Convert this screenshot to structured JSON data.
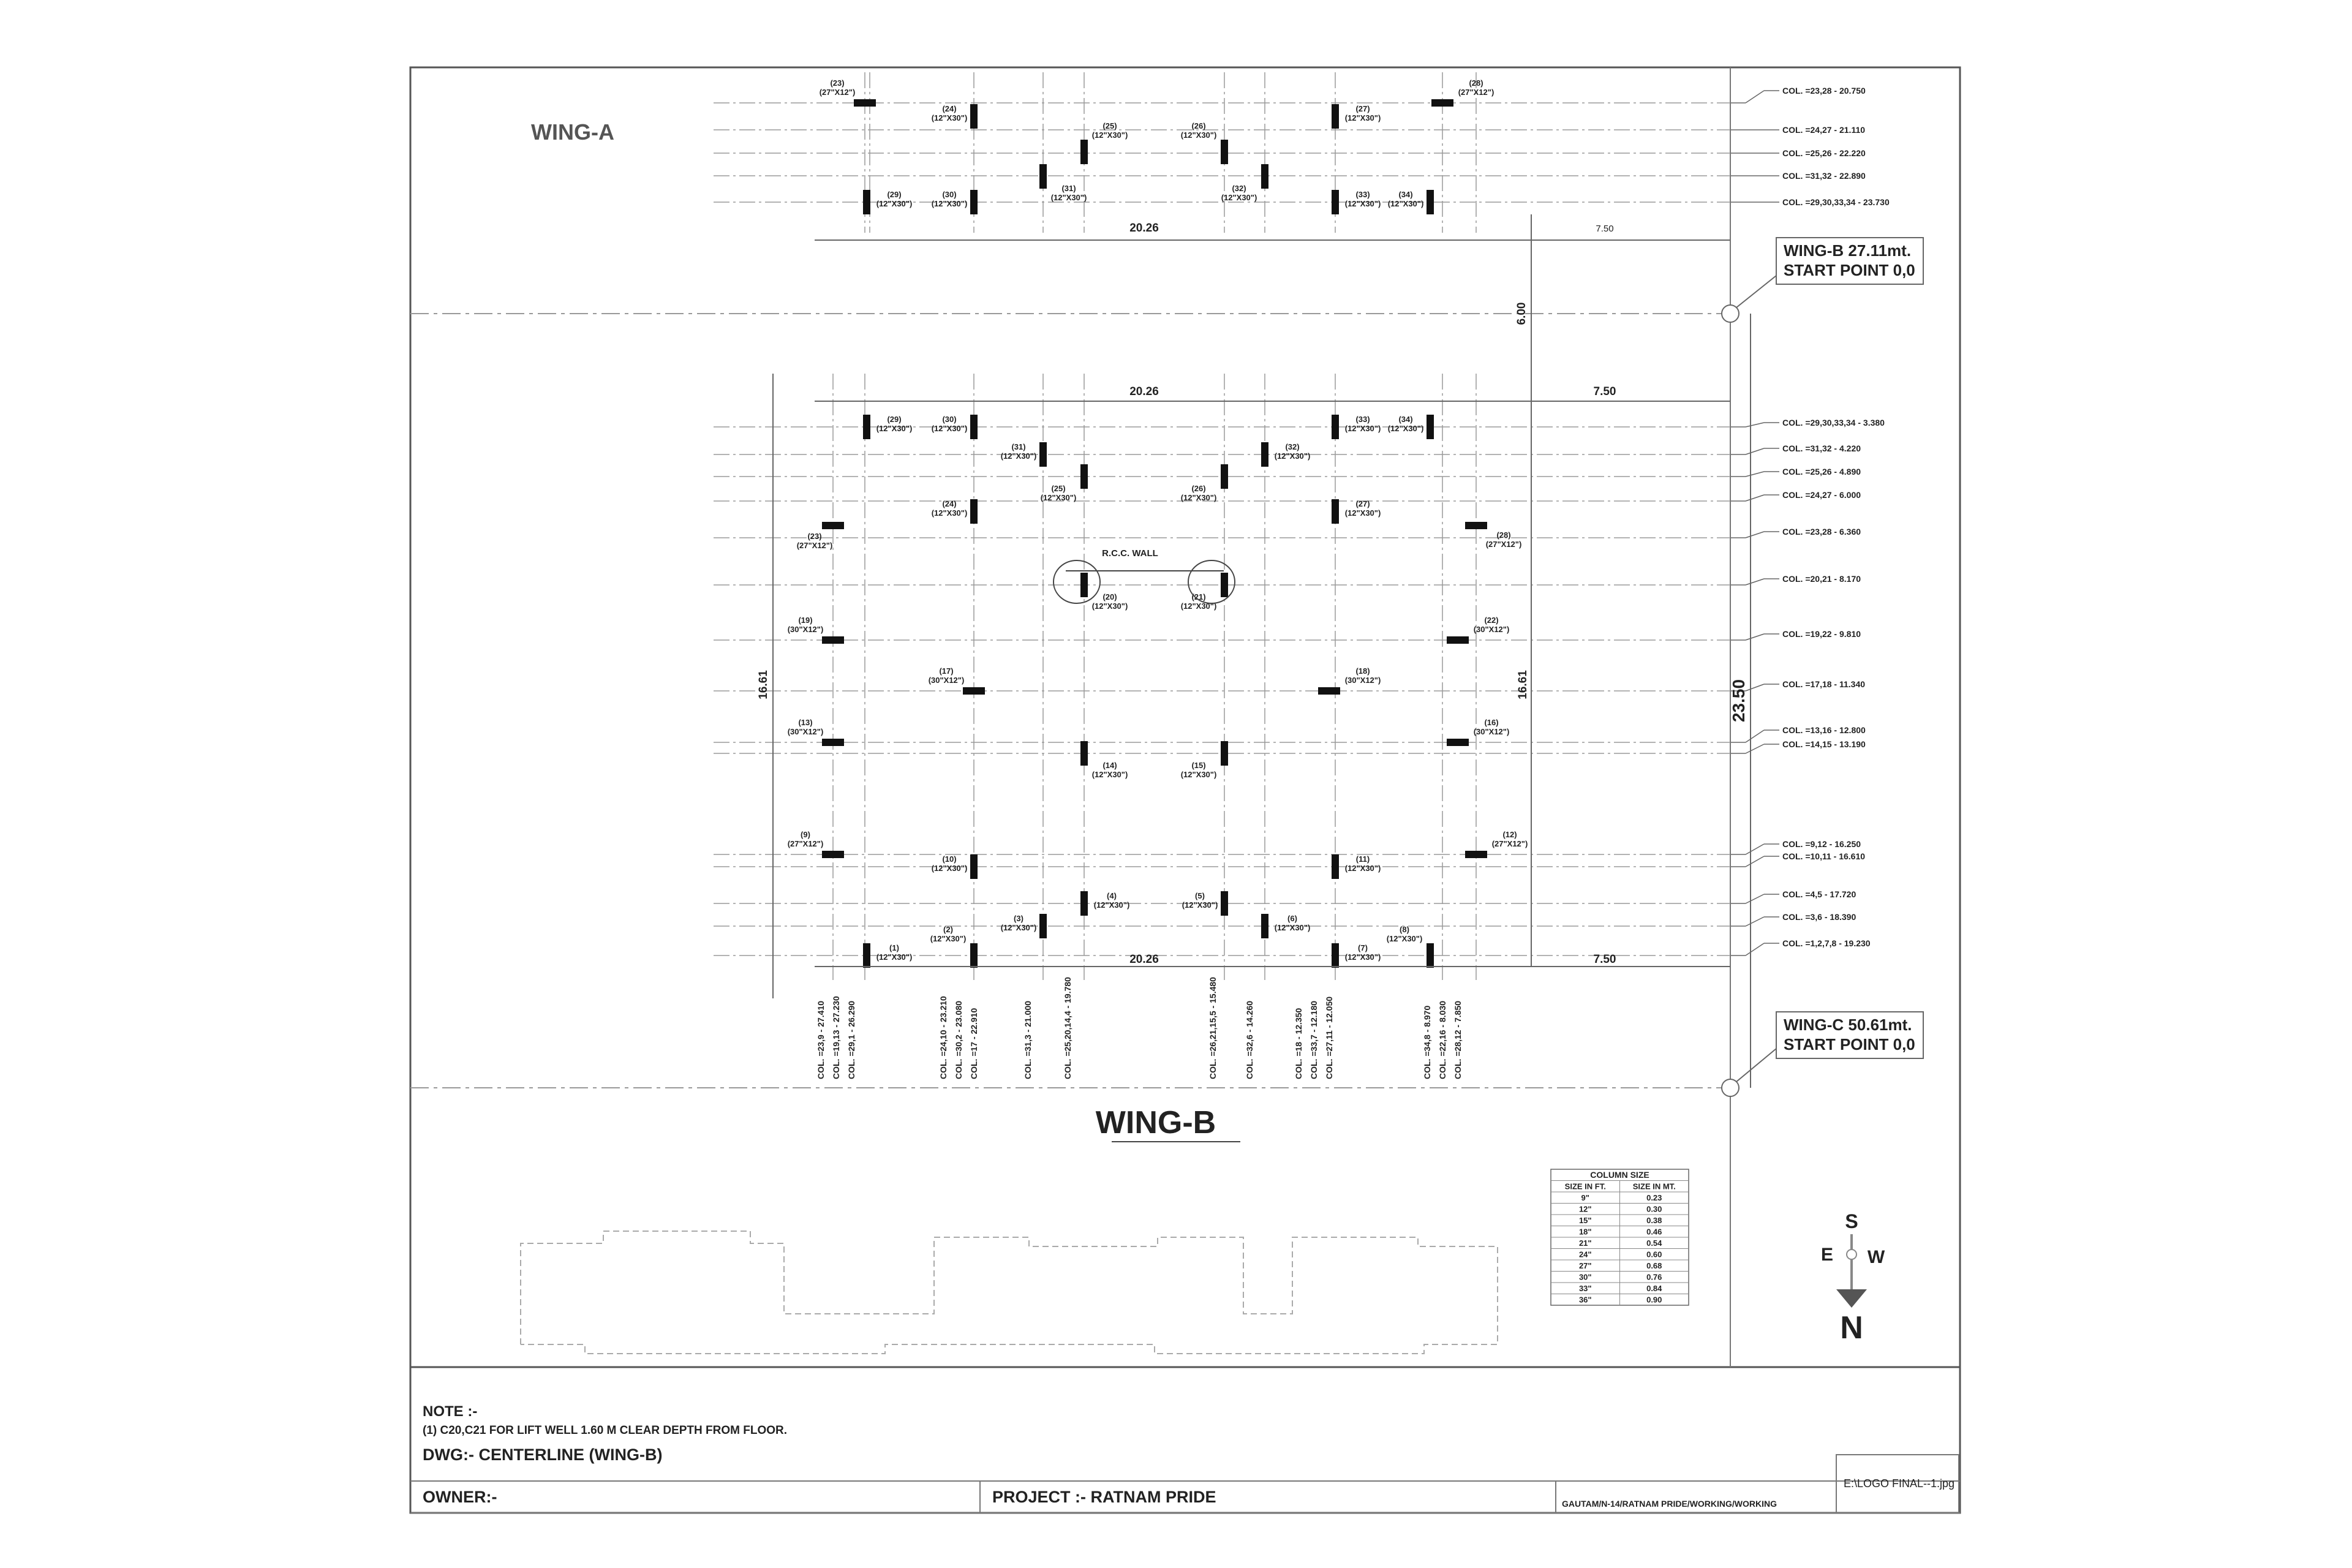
{
  "titles": {
    "wing_a": "WING-A",
    "wing_b": "WING-B",
    "wing_b_start": [
      "WING-B  27.11mt.",
      "START POINT  0,0"
    ],
    "wing_c_start": [
      "WING-C  50.61mt.",
      "START POINT  0,0"
    ],
    "rcc_wall": "R.C.C. WALL"
  },
  "dimensions": {
    "span_left": "20.26",
    "span_right": "7.50",
    "gap": "6.00",
    "height_left": "16.61",
    "height_right": "16.61",
    "total_height": "23.50"
  },
  "wing_a_columns": [
    {
      "id": "(23)",
      "size": "(27\"X12\")"
    },
    {
      "id": "(24)",
      "size": "(12\"X30\")"
    },
    {
      "id": "(25)",
      "size": "(12\"X30\")"
    },
    {
      "id": "(26)",
      "size": "(12\"X30\")"
    },
    {
      "id": "(27)",
      "size": "(12\"X30\")"
    },
    {
      "id": "(28)",
      "size": "(27\"X12\")"
    },
    {
      "id": "(29)",
      "size": "(12\"X30\")"
    },
    {
      "id": "(30)",
      "size": "(12\"X30\")"
    },
    {
      "id": "(31)",
      "size": "(12\"X30\")"
    },
    {
      "id": "(32)",
      "size": "(12\"X30\")"
    },
    {
      "id": "(33)",
      "size": "(12\"X30\")"
    },
    {
      "id": "(34)",
      "size": "(12\"X30\")"
    }
  ],
  "wing_a_levels": [
    "COL. =23,28 - 20.750",
    "COL. =24,27 - 21.110",
    "COL. =25,26 - 22.220",
    "COL. =31,32 - 22.890",
    "COL. =29,30,33,34 - 23.730"
  ],
  "wing_b_columns": [
    {
      "id": "(29)",
      "size": "(12\"X30\")"
    },
    {
      "id": "(30)",
      "size": "(12\"X30\")"
    },
    {
      "id": "(31)",
      "size": "(12\"X30\")"
    },
    {
      "id": "(32)",
      "size": "(12\"X30\")"
    },
    {
      "id": "(33)",
      "size": "(12\"X30\")"
    },
    {
      "id": "(34)",
      "size": "(12\"X30\")"
    },
    {
      "id": "(25)",
      "size": "(12\"X30\")"
    },
    {
      "id": "(26)",
      "size": "(12\"X30\")"
    },
    {
      "id": "(24)",
      "size": "(12\"X30\")"
    },
    {
      "id": "(27)",
      "size": "(12\"X30\")"
    },
    {
      "id": "(23)",
      "size": "(27\"X12\")"
    },
    {
      "id": "(28)",
      "size": "(27\"X12\")"
    },
    {
      "id": "(20)",
      "size": "(12\"X30\")"
    },
    {
      "id": "(21)",
      "size": "(12\"X30\")"
    },
    {
      "id": "(19)",
      "size": "(30\"X12\")"
    },
    {
      "id": "(22)",
      "size": "(30\"X12\")"
    },
    {
      "id": "(17)",
      "size": "(30\"X12\")"
    },
    {
      "id": "(18)",
      "size": "(30\"X12\")"
    },
    {
      "id": "(13)",
      "size": "(30\"X12\")"
    },
    {
      "id": "(16)",
      "size": "(30\"X12\")"
    },
    {
      "id": "(14)",
      "size": "(12\"X30\")"
    },
    {
      "id": "(15)",
      "size": "(12\"X30\")"
    },
    {
      "id": "(9)",
      "size": "(27\"X12\")"
    },
    {
      "id": "(12)",
      "size": "(27\"X12\")"
    },
    {
      "id": "(10)",
      "size": "(12\"X30\")"
    },
    {
      "id": "(11)",
      "size": "(12\"X30\")"
    },
    {
      "id": "(4)",
      "size": "(12\"X30\")"
    },
    {
      "id": "(5)",
      "size": "(12\"X30\")"
    },
    {
      "id": "(3)",
      "size": "(12\"X30\")"
    },
    {
      "id": "(6)",
      "size": "(12\"X30\")"
    },
    {
      "id": "(2)",
      "size": "(12\"X30\")"
    },
    {
      "id": "(1)",
      "size": "(12\"X30\")"
    },
    {
      "id": "(7)",
      "size": "(12\"X30\")"
    },
    {
      "id": "(8)",
      "size": "(12\"X30\")"
    }
  ],
  "wing_b_levels_right": [
    "COL. =29,30,33,34 - 3.380",
    "COL. =31,32 - 4.220",
    "COL. =25,26 - 4.890",
    "COL. =24,27 - 6.000",
    "COL. =23,28 - 6.360",
    "COL. =20,21 - 8.170",
    "COL. =19,22 - 9.810",
    "COL. =17,18 - 11.340",
    "COL. =13,16 - 12.800",
    "COL. =14,15 - 13.190",
    "COL. =9,12 - 16.250",
    "COL. =10,11 - 16.610",
    "COL. =4,5 - 17.720",
    "COL. =3,6 - 18.390",
    "COL. =1,2,7,8 - 19.230"
  ],
  "wing_b_levels_bottom": [
    "COL. =23,9 - 27.410",
    "COL. =19,13 - 27.230",
    "COL. =29,1 - 26.290",
    "COL. =24,10 - 23.210",
    "COL. =30,2 - 23.080",
    "COL. =17 - 22.910",
    "COL. =31,3 - 21.000",
    "COL. =25,20,14,4 - 19.780",
    "COL. =26,21,15,5 - 15.480",
    "COL. =32,6 - 14.260",
    "COL. =18 - 12.350",
    "COL. =33,7 - 12.180",
    "COL. =27,11 - 12.050",
    "COL. =34,8 - 8.970",
    "COL. =22,16 - 8.030",
    "COL. =28,12 - 7.850"
  ],
  "column_size_table": {
    "title": "COLUMN SIZE",
    "headers": [
      "SIZE IN FT.",
      "SIZE IN MT."
    ],
    "rows": [
      [
        "9\"",
        "0.23"
      ],
      [
        "12\"",
        "0.30"
      ],
      [
        "15\"",
        "0.38"
      ],
      [
        "18\"",
        "0.46"
      ],
      [
        "21\"",
        "0.54"
      ],
      [
        "24\"",
        "0.60"
      ],
      [
        "27\"",
        "0.68"
      ],
      [
        "30\"",
        "0.76"
      ],
      [
        "33\"",
        "0.84"
      ],
      [
        "36\"",
        "0.90"
      ]
    ]
  },
  "compass": {
    "north": "N",
    "south": "S",
    "east": "E",
    "west": "W"
  },
  "title_block": {
    "note_heading": "NOTE :-",
    "note_text": "(1) C20,C21 FOR LIFT WELL 1.60 M CLEAR DEPTH FROM FLOOR.",
    "dwg": "DWG:- CENTERLINE (WING-B)",
    "owner": "OWNER:-",
    "project": "PROJECT :- RATNAM PRIDE",
    "path": "GAUTAM/N-14/RATNAM PRIDE/WORKING/WORKING",
    "logo": "E:\\LOGO FINAL--1.jpg"
  },
  "colors": {
    "line": "#555555",
    "dash": "#9a9a9a",
    "column": "#111111",
    "text": "#222222"
  }
}
